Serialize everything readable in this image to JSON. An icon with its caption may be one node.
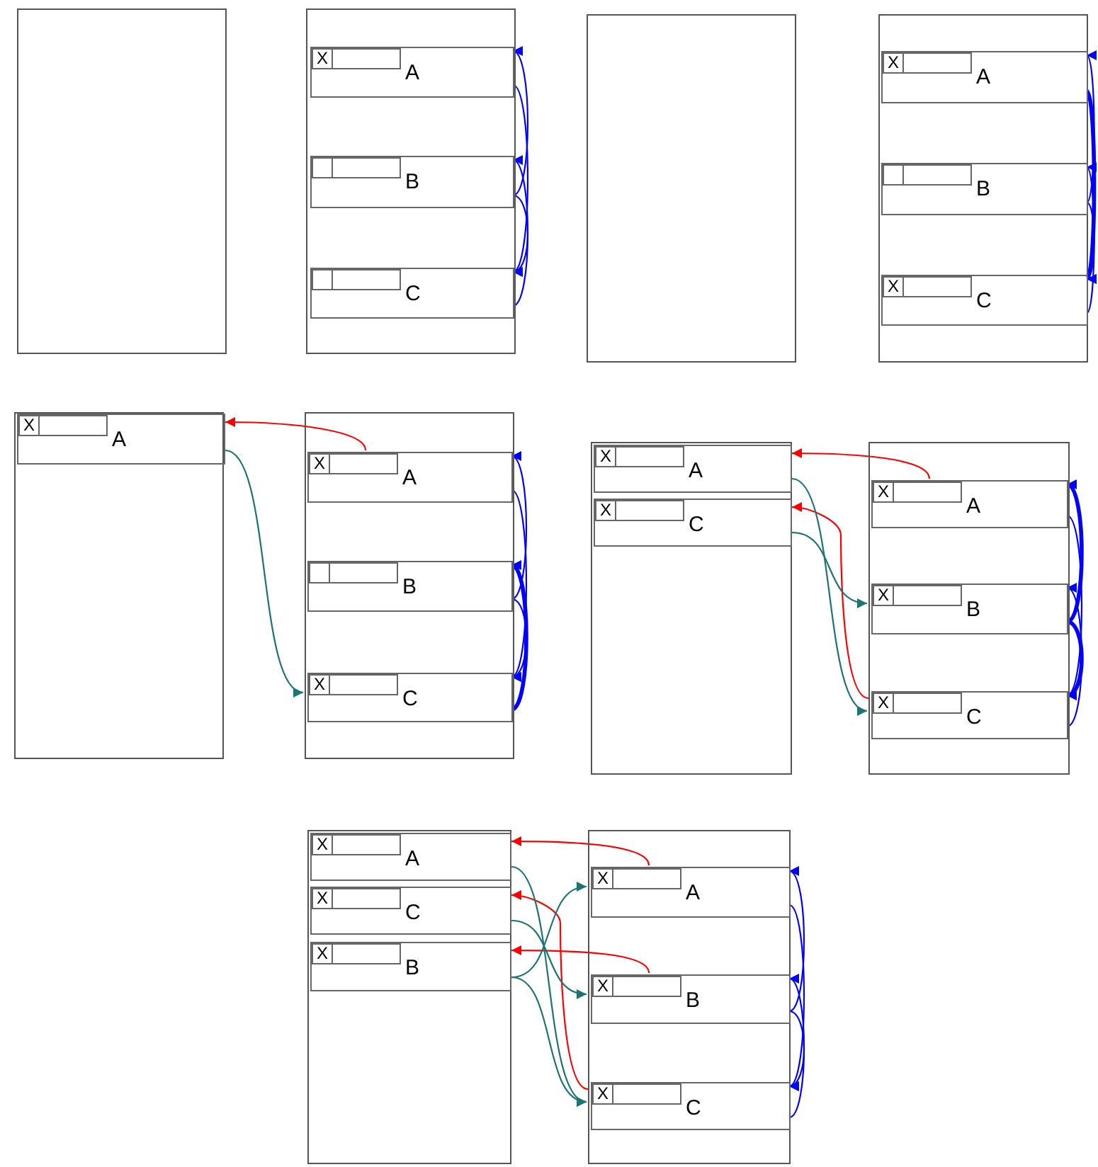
{
  "diagram": {
    "nodes": [
      {
        "text": [],
        "shape": "box"
      },
      {
        "text": [],
        "shape": "box"
      },
      {
        "text": [
          "X",
          "A"
        ],
        "in": 1
      },
      {
        "text": [
          "B"
        ],
        "in": 1
      },
      {
        "text": [
          "C"
        ],
        "in": 1
      },
      {
        "text": [],
        "shape": "box"
      },
      {
        "text": [],
        "shape": "box"
      },
      {
        "text": [
          "X",
          "A"
        ],
        "in": 6
      },
      {
        "text": [
          "B"
        ],
        "in": 6
      },
      {
        "text": [
          "X",
          "C"
        ],
        "in": 6
      },
      {
        "text": [],
        "shape": "box"
      },
      {
        "text": [
          "X",
          "A"
        ],
        "in": 10
      },
      {
        "text": [],
        "shape": "box"
      },
      {
        "text": [
          "X",
          "A"
        ],
        "in": 12
      },
      {
        "text": [
          "B"
        ],
        "in": 12
      },
      {
        "text": [
          "X",
          "C"
        ],
        "in": 12
      },
      {
        "text": [],
        "shape": "box"
      },
      {
        "text": [
          "X",
          "A"
        ],
        "in": 16
      },
      {
        "text": [
          "X",
          "C"
        ],
        "in": 16
      },
      {
        "text": [],
        "shape": "box"
      },
      {
        "text": [
          "X",
          "A"
        ],
        "in": 19
      },
      {
        "text": [
          "X",
          "B"
        ],
        "in": 19
      },
      {
        "text": [
          "X",
          "C"
        ],
        "in": 19
      },
      {
        "text": [],
        "shape": "box"
      },
      {
        "text": [
          "X",
          "A"
        ],
        "in": 23
      },
      {
        "text": [
          "X",
          "C"
        ],
        "in": 23
      },
      {
        "text": [
          "X",
          "B"
        ],
        "in": 23
      },
      {
        "text": [],
        "shape": "box"
      },
      {
        "text": [
          "X",
          "A"
        ],
        "in": 27
      },
      {
        "text": [
          "X",
          "B"
        ],
        "in": 27
      },
      {
        "text": [
          "X",
          "C"
        ],
        "in": 27
      }
    ],
    "edges": [
      {
        "from": 2,
        "to": 4,
        "arrow": "to"
      },
      {
        "from": 3,
        "to": 2,
        "arrow": "to"
      },
      {
        "from": 3,
        "to": 4,
        "arrow": "to"
      },
      {
        "from": 4,
        "to": 3,
        "arrow": "to"
      },
      {
        "from": 7,
        "to": 9,
        "arrow": "to",
        "style": "thick"
      },
      {
        "from": 8,
        "to": 7,
        "arrow": "to"
      },
      {
        "from": 8,
        "to": 9,
        "arrow": "to"
      },
      {
        "from": 9,
        "to": 8,
        "arrow": "to"
      },
      {
        "from": 13,
        "to": 11,
        "arrow": "to",
        "color": "#ff0000"
      },
      {
        "from": 11,
        "to": 15,
        "arrow": "to",
        "color": "#1f7373"
      },
      {
        "from": 13,
        "to": 15,
        "arrow": "to"
      },
      {
        "from": 14,
        "to": 13,
        "arrow": "to"
      },
      {
        "from": 14,
        "to": 15,
        "arrow": "to"
      },
      {
        "from": 15,
        "to": 14,
        "arrow": "to",
        "style": "thick"
      },
      {
        "from": 20,
        "to": 17,
        "arrow": "to",
        "color": "#ff0000"
      },
      {
        "from": 22,
        "to": 18,
        "arrow": "to",
        "color": "#ff0000"
      },
      {
        "from": 17,
        "to": 22,
        "arrow": "to",
        "color": "#1f7373"
      },
      {
        "from": 18,
        "to": 21,
        "arrow": "to",
        "color": "#1f7373"
      },
      {
        "from": 20,
        "to": 22,
        "arrow": "to"
      },
      {
        "from": 21,
        "to": 20,
        "arrow": "to",
        "style": "thick"
      },
      {
        "from": 21,
        "to": 22,
        "arrow": "to",
        "style": "thick"
      },
      {
        "from": 22,
        "to": 21,
        "arrow": "to"
      },
      {
        "from": 28,
        "to": 24,
        "arrow": "to",
        "color": "#ff0000"
      },
      {
        "from": 30,
        "to": 25,
        "arrow": "to",
        "color": "#ff0000"
      },
      {
        "from": 29,
        "to": 26,
        "arrow": "to",
        "color": "#ff0000"
      },
      {
        "from": 24,
        "to": 30,
        "arrow": "to",
        "color": "#1f7373"
      },
      {
        "from": 25,
        "to": 29,
        "arrow": "to",
        "color": "#1f7373"
      },
      {
        "from": 26,
        "to": 28,
        "arrow": "to",
        "color": "#1f7373"
      },
      {
        "from": 26,
        "to": 30,
        "arrow": "to",
        "color": "#1f7373"
      },
      {
        "from": 28,
        "to": 30,
        "arrow": "to"
      },
      {
        "from": 29,
        "to": 28,
        "arrow": "to"
      },
      {
        "from": 29,
        "to": 30,
        "arrow": "to"
      },
      {
        "from": 30,
        "to": 29,
        "arrow": "to"
      }
    ]
  }
}
